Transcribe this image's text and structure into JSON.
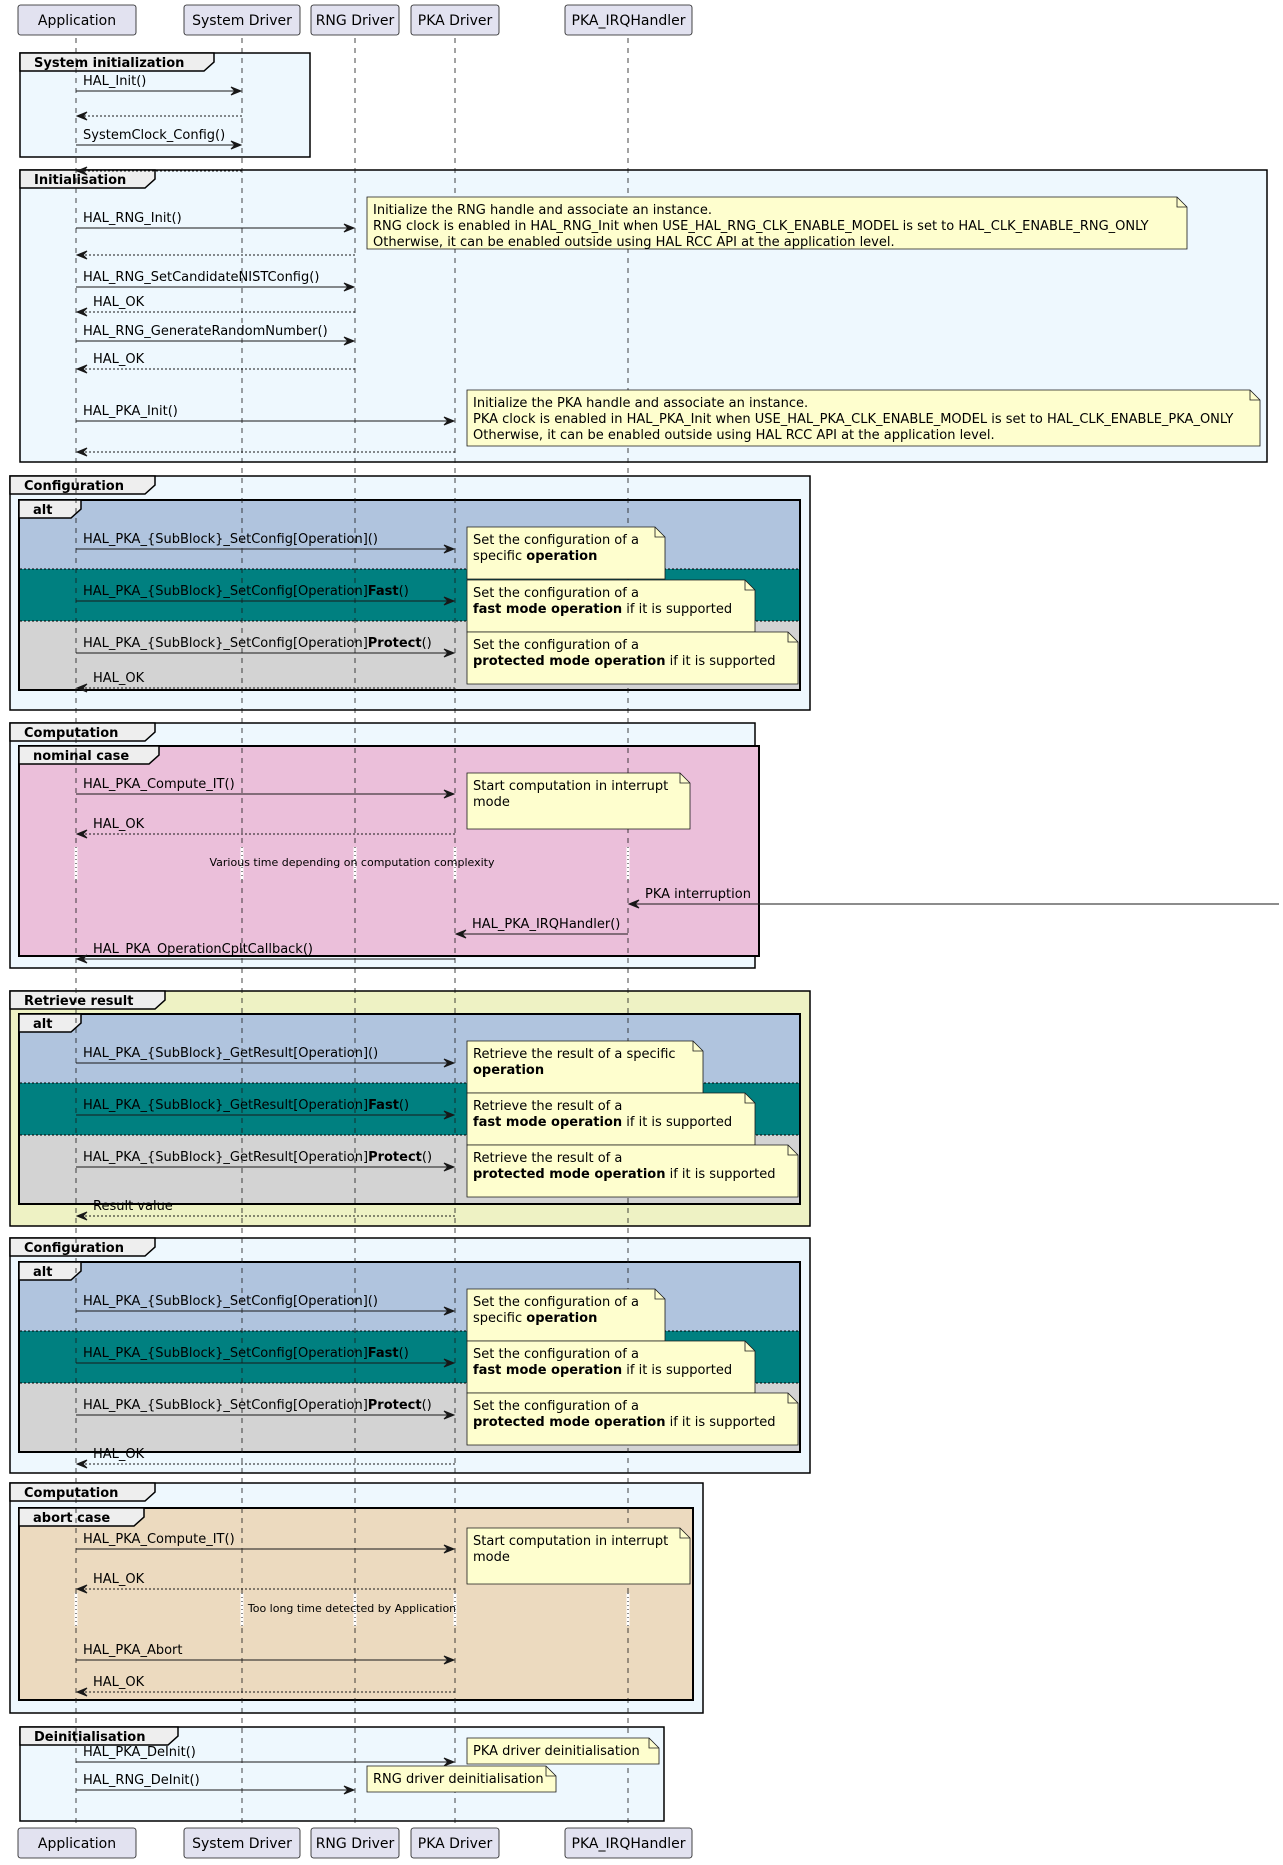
{
  "colors": {
    "participant_fill": "#e2e2f0",
    "participant_border": "#181818",
    "frame_light": "#eef8fe",
    "frame_retrieve": "#eef2c4",
    "alt_blue": "#b0c4de",
    "alt_teal": "#008080",
    "alt_gray": "#d3d3d3",
    "nominal": "#ebbfda",
    "abort": "#ecdabf",
    "note_fill": "#fefece"
  },
  "participants": [
    "Application",
    "System Driver",
    "RNG Driver",
    "PKA Driver",
    "PKA_IRQHandler"
  ],
  "frames": [
    {
      "label": "System initialization",
      "color": "frame_light"
    },
    {
      "label": "Initialisation",
      "color": "frame_light"
    },
    {
      "label": "Configuration",
      "color": "frame_light"
    },
    {
      "label": "alt",
      "color": "none"
    },
    {
      "label": "Computation",
      "color": "frame_light"
    },
    {
      "label": "nominal case",
      "color": "nominal"
    },
    {
      "label": "Retrieve result",
      "color": "frame_retrieve"
    },
    {
      "label": "alt",
      "color": "none"
    },
    {
      "label": "Configuration",
      "color": "frame_light"
    },
    {
      "label": "alt",
      "color": "none"
    },
    {
      "label": "Computation",
      "color": "frame_light"
    },
    {
      "label": "abort case",
      "color": "abort"
    },
    {
      "label": "Deinitialisation",
      "color": "frame_light"
    }
  ],
  "messages": [
    {
      "from": "Application",
      "to": "System Driver",
      "text": [
        "HAL_Init()"
      ],
      "dashed": false
    },
    {
      "from": "System Driver",
      "to": "Application",
      "text": [
        ""
      ],
      "dashed": true
    },
    {
      "from": "Application",
      "to": "System Driver",
      "text": [
        "SystemClock_Config()"
      ],
      "dashed": false
    },
    {
      "from": "System Driver",
      "to": "Application",
      "text": [
        ""
      ],
      "dashed": true
    },
    {
      "from": "Application",
      "to": "RNG Driver",
      "text": [
        "HAL_RNG_Init()"
      ],
      "dashed": false
    },
    {
      "from": "RNG Driver",
      "to": "Application",
      "text": [
        ""
      ],
      "dashed": true
    },
    {
      "from": "Application",
      "to": "RNG Driver",
      "text": [
        "HAL_RNG_SetCandidateNISTConfig()"
      ],
      "dashed": false
    },
    {
      "from": "RNG Driver",
      "to": "Application",
      "text": [
        "HAL_OK"
      ],
      "dashed": true
    },
    {
      "from": "Application",
      "to": "RNG Driver",
      "text": [
        "HAL_RNG_GenerateRandomNumber()"
      ],
      "dashed": false
    },
    {
      "from": "RNG Driver",
      "to": "Application",
      "text": [
        "HAL_OK"
      ],
      "dashed": true
    },
    {
      "from": "Application",
      "to": "PKA Driver",
      "text": [
        "HAL_PKA_Init()"
      ],
      "dashed": false
    },
    {
      "from": "PKA Driver",
      "to": "Application",
      "text": [
        ""
      ],
      "dashed": true
    },
    {
      "from": "Application",
      "to": "PKA Driver",
      "text": [
        "HAL_PKA_{SubBlock}_SetConfig[Operation]()"
      ],
      "dashed": false
    },
    {
      "from": "Application",
      "to": "PKA Driver",
      "text": [
        "HAL_PKA_{SubBlock}_SetConfig[Operation]",
        "Fast",
        "()"
      ],
      "dashed": false
    },
    {
      "from": "Application",
      "to": "PKA Driver",
      "text": [
        "HAL_PKA_{SubBlock}_SetConfig[Operation]",
        "Protect",
        "()"
      ],
      "dashed": false
    },
    {
      "from": "PKA Driver",
      "to": "Application",
      "text": [
        "HAL_OK"
      ],
      "dashed": true
    },
    {
      "from": "Application",
      "to": "PKA Driver",
      "text": [
        "HAL_PKA_Compute_IT()"
      ],
      "dashed": false
    },
    {
      "from": "PKA Driver",
      "to": "Application",
      "text": [
        "HAL_OK"
      ],
      "dashed": true
    },
    {
      "from": "external",
      "to": "PKA_IRQHandler",
      "text": [
        "PKA interruption"
      ],
      "dashed": false
    },
    {
      "from": "PKA_IRQHandler",
      "to": "PKA Driver",
      "text": [
        "HAL_PKA_IRQHandler()"
      ],
      "dashed": false
    },
    {
      "from": "PKA Driver",
      "to": "Application",
      "text": [
        "HAL_PKA_OperationCpltCallback()"
      ],
      "dashed": false
    },
    {
      "from": "Application",
      "to": "PKA Driver",
      "text": [
        "HAL_PKA_{SubBlock}_GetResult[Operation]()"
      ],
      "dashed": false
    },
    {
      "from": "Application",
      "to": "PKA Driver",
      "text": [
        "HAL_PKA_{SubBlock}_GetResult[Operation]",
        "Fast",
        "()"
      ],
      "dashed": false
    },
    {
      "from": "Application",
      "to": "PKA Driver",
      "text": [
        "HAL_PKA_{SubBlock}_GetResult[Operation]",
        "Protect",
        "()"
      ],
      "dashed": false
    },
    {
      "from": "PKA Driver",
      "to": "Application",
      "text": [
        "Result value"
      ],
      "dashed": true
    },
    {
      "from": "Application",
      "to": "PKA Driver",
      "text": [
        "HAL_PKA_{SubBlock}_SetConfig[Operation]()"
      ],
      "dashed": false
    },
    {
      "from": "Application",
      "to": "PKA Driver",
      "text": [
        "HAL_PKA_{SubBlock}_SetConfig[Operation]",
        "Fast",
        "()"
      ],
      "dashed": false
    },
    {
      "from": "Application",
      "to": "PKA Driver",
      "text": [
        "HAL_PKA_{SubBlock}_SetConfig[Operation]",
        "Protect",
        "()"
      ],
      "dashed": false
    },
    {
      "from": "PKA Driver",
      "to": "Application",
      "text": [
        "HAL_OK"
      ],
      "dashed": true
    },
    {
      "from": "Application",
      "to": "PKA Driver",
      "text": [
        "HAL_PKA_Compute_IT()"
      ],
      "dashed": false
    },
    {
      "from": "PKA Driver",
      "to": "Application",
      "text": [
        "HAL_OK"
      ],
      "dashed": true
    },
    {
      "from": "Application",
      "to": "PKA Driver",
      "text": [
        "HAL_PKA_Abort"
      ],
      "dashed": false
    },
    {
      "from": "PKA Driver",
      "to": "Application",
      "text": [
        "HAL_OK"
      ],
      "dashed": true
    },
    {
      "from": "Application",
      "to": "PKA Driver",
      "text": [
        "HAL_PKA_DeInit()"
      ],
      "dashed": false
    },
    {
      "from": "Application",
      "to": "RNG Driver",
      "text": [
        "HAL_RNG_DeInit()"
      ],
      "dashed": false
    }
  ],
  "delays": [
    "Various time depending on computation complexity",
    "Too long time detected by Application"
  ],
  "notes": [
    {
      "lines": [
        [
          {
            "t": "Initialize the RNG handle and associate an instance.",
            "b": false
          }
        ],
        [
          {
            "t": " RNG clock is enabled in HAL_RNG_Init when USE_HAL_RNG_CLK_ENABLE_MODEL is set to HAL_CLK_ENABLE_RNG_ONLY",
            "b": false
          }
        ],
        [
          {
            "t": " Otherwise, it can be enabled outside using HAL RCC API at the application level.",
            "b": false
          }
        ]
      ]
    },
    {
      "lines": [
        [
          {
            "t": "Initialize the PKA handle and associate an instance.",
            "b": false
          }
        ],
        [
          {
            "t": " PKA clock is enabled in HAL_PKA_Init when USE_HAL_PKA_CLK_ENABLE_MODEL is set to HAL_CLK_ENABLE_PKA_ONLY",
            "b": false
          }
        ],
        [
          {
            "t": " Otherwise, it can be enabled outside using HAL RCC API at the application level.",
            "b": false
          }
        ]
      ]
    },
    {
      "lines": [
        [
          {
            "t": "Set the configuration of a",
            "b": false
          }
        ],
        [
          {
            "t": "specific ",
            "b": false
          },
          {
            "t": "operation",
            "b": true
          }
        ]
      ]
    },
    {
      "lines": [
        [
          {
            "t": "Set the configuration of a",
            "b": false
          }
        ],
        [
          {
            "t": "fast mode operation",
            "b": true
          },
          {
            "t": " if it is supported",
            "b": false
          }
        ]
      ]
    },
    {
      "lines": [
        [
          {
            "t": "Set the configuration of a",
            "b": false
          }
        ],
        [
          {
            "t": "protected mode operation",
            "b": true
          },
          {
            "t": " if it is supported",
            "b": false
          }
        ]
      ]
    },
    {
      "lines": [
        [
          {
            "t": "Start computation in interrupt",
            "b": false
          }
        ],
        [
          {
            "t": "mode",
            "b": false
          }
        ]
      ]
    },
    {
      "lines": [
        [
          {
            "t": "Retrieve the result of a specific",
            "b": false
          }
        ],
        [
          {
            "t": "operation",
            "b": true
          }
        ]
      ]
    },
    {
      "lines": [
        [
          {
            "t": "Retrieve the result of a",
            "b": false
          }
        ],
        [
          {
            "t": "fast mode operation",
            "b": true
          },
          {
            "t": " if it is supported",
            "b": false
          }
        ]
      ]
    },
    {
      "lines": [
        [
          {
            "t": "Retrieve the result of a",
            "b": false
          }
        ],
        [
          {
            "t": "protected mode operation",
            "b": true
          },
          {
            "t": " if it is supported",
            "b": false
          }
        ]
      ]
    },
    {
      "lines": [
        [
          {
            "t": "Set the configuration of a",
            "b": false
          }
        ],
        [
          {
            "t": "specific ",
            "b": false
          },
          {
            "t": "operation",
            "b": true
          }
        ]
      ]
    },
    {
      "lines": [
        [
          {
            "t": "Set the configuration of a",
            "b": false
          }
        ],
        [
          {
            "t": "fast mode operation",
            "b": true
          },
          {
            "t": " if it is supported",
            "b": false
          }
        ]
      ]
    },
    {
      "lines": [
        [
          {
            "t": "Set the configuration of a",
            "b": false
          }
        ],
        [
          {
            "t": "protected mode operation",
            "b": true
          },
          {
            "t": " if it is supported",
            "b": false
          }
        ]
      ]
    },
    {
      "lines": [
        [
          {
            "t": "Start computation in interrupt",
            "b": false
          }
        ],
        [
          {
            "t": "mode",
            "b": false
          }
        ]
      ]
    },
    {
      "lines": [
        [
          {
            "t": "PKA driver deinitialisation",
            "b": false
          }
        ]
      ]
    },
    {
      "lines": [
        [
          {
            "t": "RNG driver deinitialisation",
            "b": false
          }
        ]
      ]
    }
  ]
}
